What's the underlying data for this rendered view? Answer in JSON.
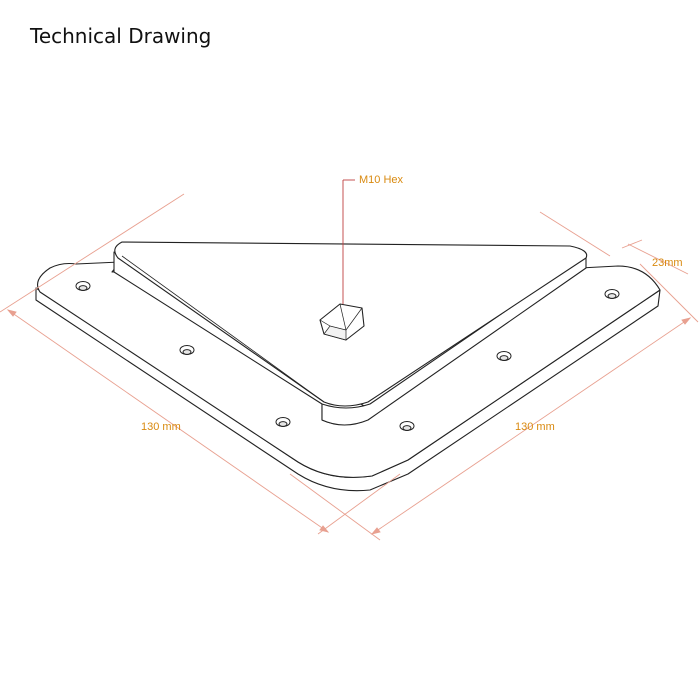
{
  "header": {
    "title": "Technical Drawing"
  },
  "annotations": {
    "hex_label": "M10 Hex",
    "thickness_label": "23mm",
    "left_edge_label": "130 mm",
    "right_edge_label": "130 mm"
  },
  "colors": {
    "outline": "#222222",
    "dimension_line": "#e8a090",
    "dimension_text": "#d98a10",
    "leader_line": "#c04040"
  }
}
